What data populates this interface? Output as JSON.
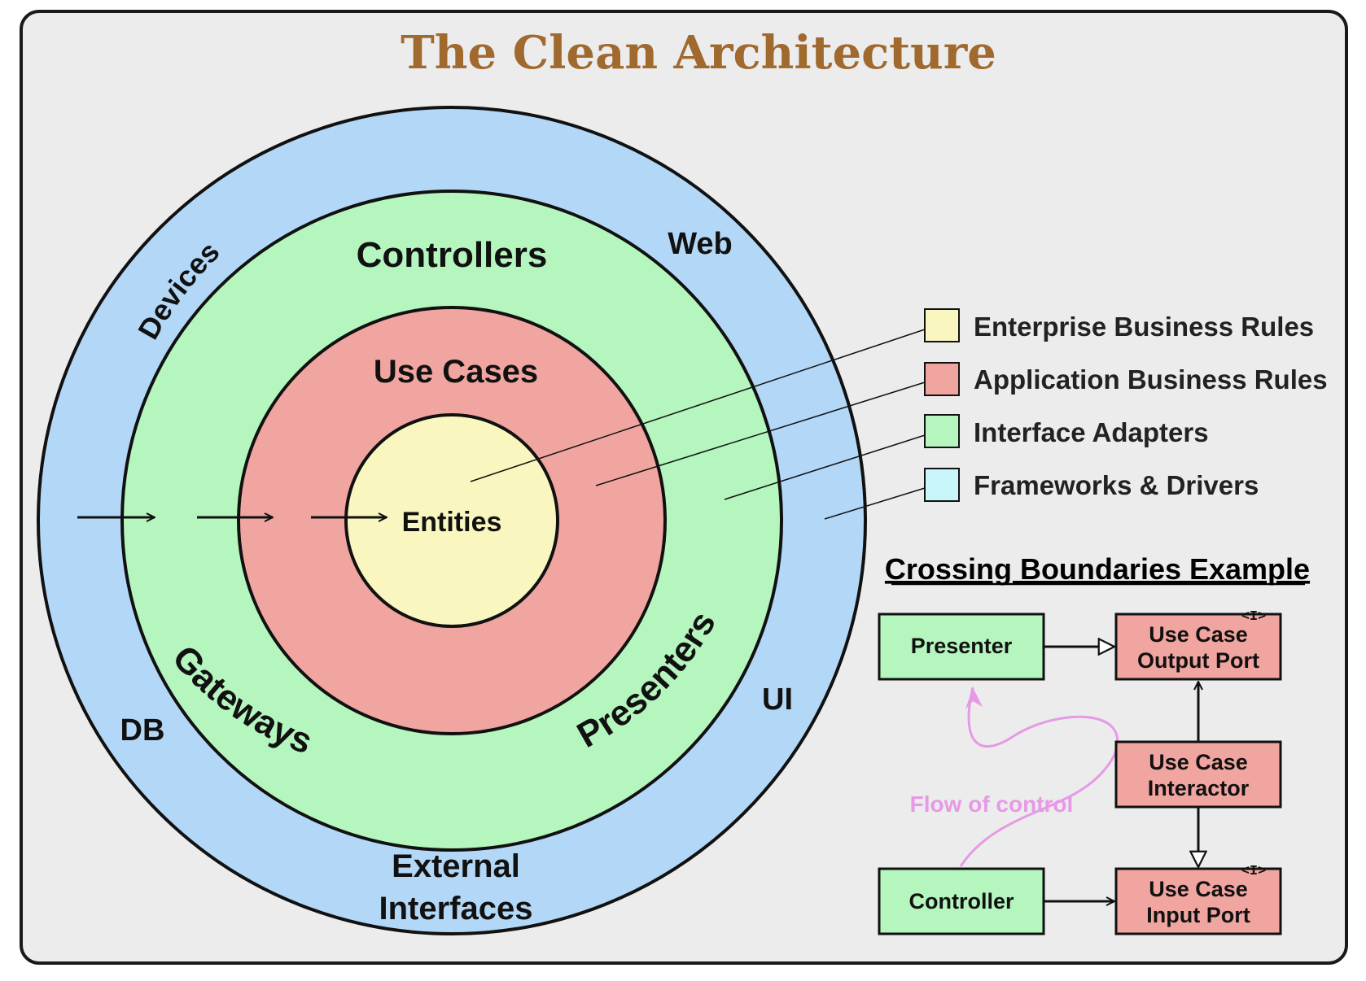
{
  "title": "The Clean Architecture",
  "colors": {
    "frame_bg": "#ececec",
    "title": "#a0692e",
    "frameworks_drivers": "#b3d7f7",
    "interface_adapters": "#b5f5be",
    "application_rules": "#f0a5a0",
    "enterprise_rules": "#f9f7bf",
    "legend_frameworks": "#c9f6fb",
    "flow": "#e69ae6"
  },
  "rings": {
    "outer": {
      "labels": {
        "devices": "Devices",
        "web": "Web",
        "db": "DB",
        "ui": "UI",
        "external": "External",
        "interfaces": "Interfaces"
      }
    },
    "adapters": {
      "labels": {
        "controllers": "Controllers",
        "gateways": "Gateways",
        "presenters": "Presenters"
      }
    },
    "use_cases": {
      "label": "Use Cases"
    },
    "entities": {
      "label": "Entities"
    }
  },
  "legend": [
    {
      "label": "Enterprise Business Rules",
      "color": "#f9f7bf"
    },
    {
      "label": "Application Business Rules",
      "color": "#f0a5a0"
    },
    {
      "label": "Interface Adapters",
      "color": "#b5f5be"
    },
    {
      "label": "Frameworks & Drivers",
      "color": "#c9f6fb"
    }
  ],
  "crossing": {
    "title": "Crossing Boundaries Example",
    "presenter": "Presenter",
    "controller": "Controller",
    "output_port": {
      "line1": "Use Case",
      "line2": "Output Port",
      "marker": "<I>"
    },
    "interactor": {
      "line1": "Use Case",
      "line2": "Interactor"
    },
    "input_port": {
      "line1": "Use Case",
      "line2": "Input Port",
      "marker": "<I>"
    },
    "flow_label": "Flow of control"
  }
}
